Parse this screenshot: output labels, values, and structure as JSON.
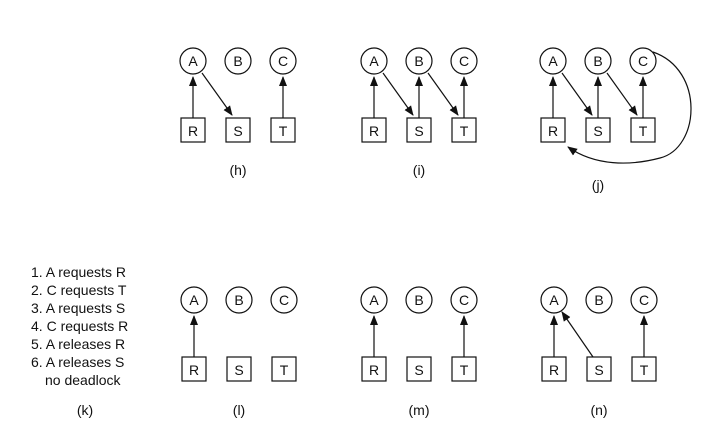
{
  "diagrams": {
    "h": {
      "caption": "(h)",
      "processes": [
        "A",
        "B",
        "C"
      ],
      "resources": [
        "R",
        "S",
        "T"
      ]
    },
    "i": {
      "caption": "(i)",
      "processes": [
        "A",
        "B",
        "C"
      ],
      "resources": [
        "R",
        "S",
        "T"
      ]
    },
    "j": {
      "caption": "(j)",
      "processes": [
        "A",
        "B",
        "C"
      ],
      "resources": [
        "R",
        "S",
        "T"
      ]
    },
    "l": {
      "caption": "(l)",
      "processes": [
        "A",
        "B",
        "C"
      ],
      "resources": [
        "R",
        "S",
        "T"
      ]
    },
    "m": {
      "caption": "(m)",
      "processes": [
        "A",
        "B",
        "C"
      ],
      "resources": [
        "R",
        "S",
        "T"
      ]
    },
    "n": {
      "caption": "(n)",
      "processes": [
        "A",
        "B",
        "C"
      ],
      "resources": [
        "R",
        "S",
        "T"
      ]
    }
  },
  "steps": {
    "caption": "(k)",
    "lines": [
      "1. A requests R",
      "2. C requests T",
      "3. A requests S",
      "4. C requests R",
      "5. A releases R",
      "6. A releases S",
      "no deadlock"
    ]
  },
  "colors": {
    "stroke": "#111111",
    "background": "#ffffff"
  }
}
